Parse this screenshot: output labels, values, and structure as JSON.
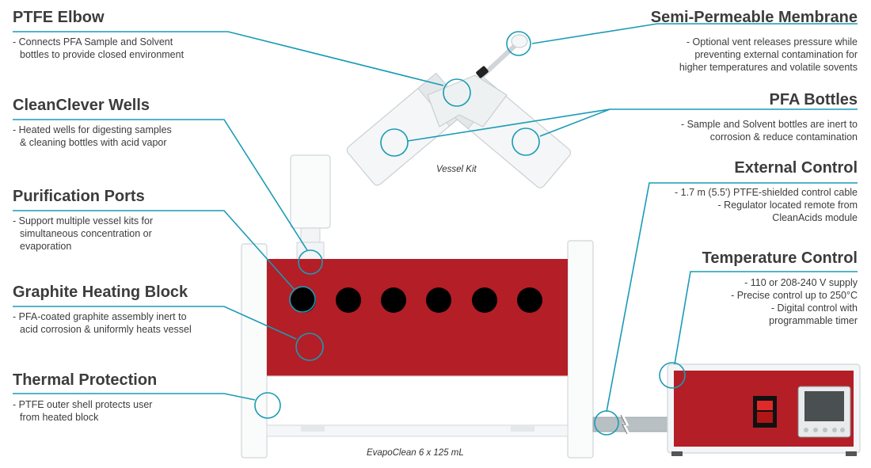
{
  "labels": {
    "ptfe_elbow": {
      "title": "PTFE Elbow",
      "lines": [
        "- Connects PFA Sample and Solvent",
        "bottles to provide closed environment"
      ]
    },
    "cleanclever_wells": {
      "title": "CleanClever Wells",
      "lines": [
        "- Heated wells for digesting samples",
        "& cleaning bottles with acid vapor"
      ]
    },
    "purification_ports": {
      "title": "Purification Ports",
      "lines": [
        "- Support multiple vessel kits for",
        "simultaneous concentration or",
        "evaporation"
      ]
    },
    "graphite_heating_block": {
      "title": "Graphite Heating Block",
      "lines": [
        "- PFA-coated graphite assembly inert to",
        "acid corrosion & uniformly heats vessel"
      ]
    },
    "thermal_protection": {
      "title": "Thermal Protection",
      "lines": [
        "- PTFE outer shell protects user",
        "from heated block"
      ]
    },
    "semi_permeable_membrane": {
      "title": "Semi-Permeable Membrane",
      "lines": [
        "- Optional vent releases pressure while",
        "preventing external contamination for",
        "higher temperatures and volatile sovents"
      ]
    },
    "pfa_bottles": {
      "title": "PFA Bottles",
      "lines": [
        "- Sample and Solvent bottles are inert to",
        "corrosion & reduce contamination"
      ]
    },
    "external_control": {
      "title": "External Control",
      "lines": [
        "- 1.7 m (5.5') PTFE-shielded control cable",
        "- Regulator located remote from",
        "CleanAcids module"
      ]
    },
    "temperature_control": {
      "title": "Temperature Control",
      "lines": [
        "- 110 or 208-240 V supply",
        "- Precise control up to 250°C",
        "- Digital control with",
        "programmable timer"
      ]
    }
  },
  "captions": {
    "vessel_kit": "Vessel Kit",
    "evapoclean": "EvapoClean 6 x 125 mL"
  },
  "colors": {
    "callout": "#1a9bb5",
    "heating_block": "#b41e27",
    "text": "#3c3c3c"
  }
}
